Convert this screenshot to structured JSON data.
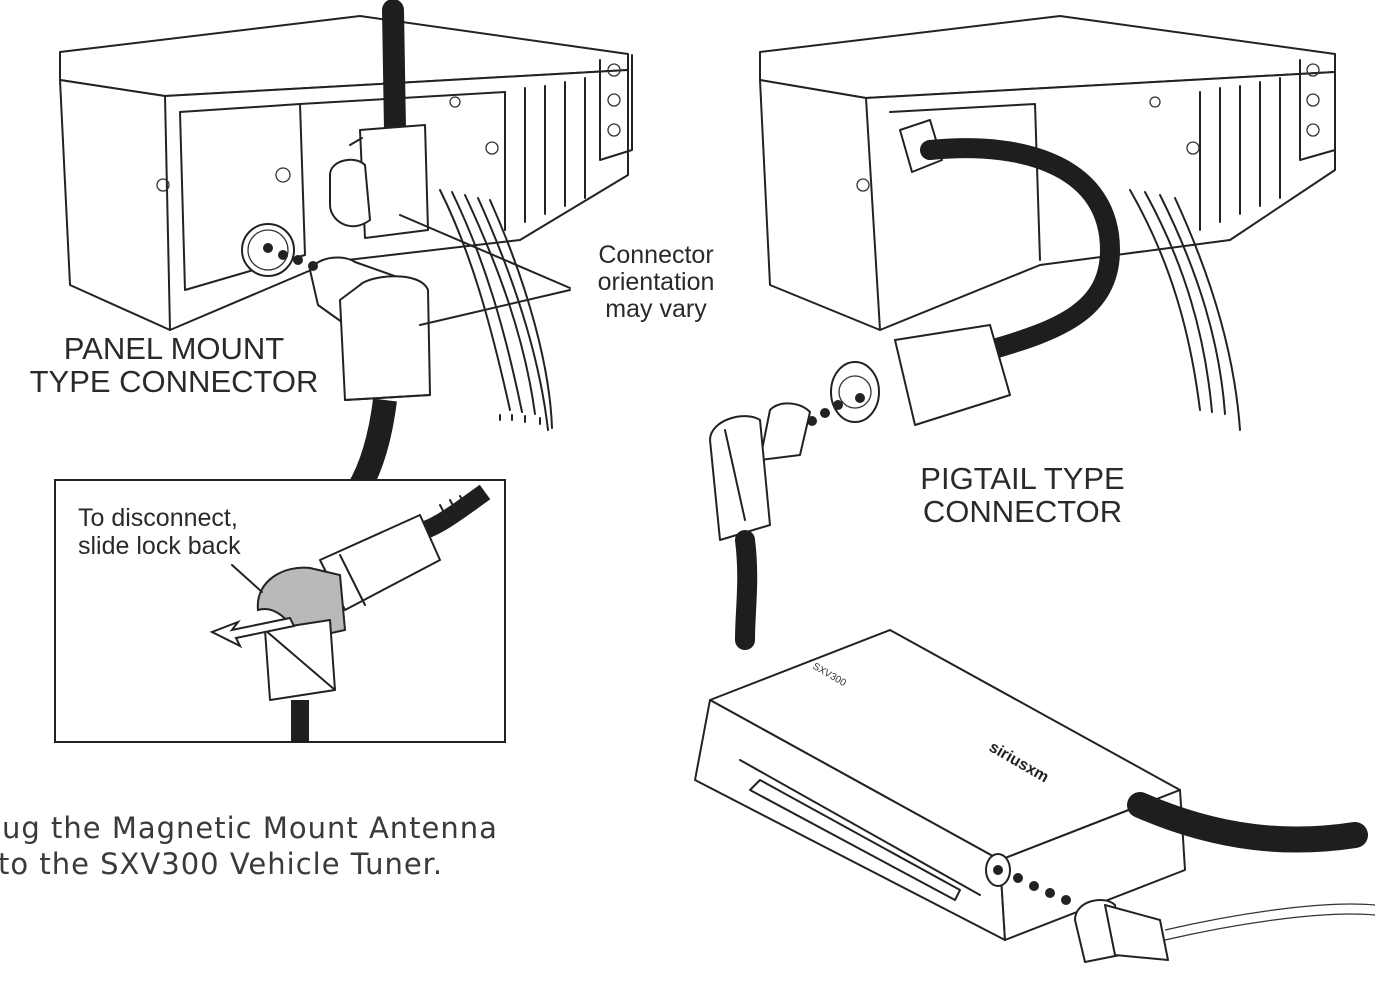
{
  "callout_orientation": [
    "Connector",
    "orientation",
    "may vary"
  ],
  "panel_mount_label": [
    "PANEL MOUNT",
    "TYPE CONNECTOR"
  ],
  "pigtail_label": [
    "PIGTAIL TYPE",
    "CONNECTOR"
  ],
  "inset_text": [
    "To disconnect,",
    "slide lock back"
  ],
  "instruction": [
    "ug the Magnetic Mount Antenna",
    "to the SXV300 Vehicle Tuner."
  ],
  "tuner_model_text": "SXV300",
  "brand_logo_text": "siriusxm",
  "colors": {
    "ink": "#222222",
    "cable": "#1e1e1e",
    "lock_shade": "#b9b9b9"
  }
}
